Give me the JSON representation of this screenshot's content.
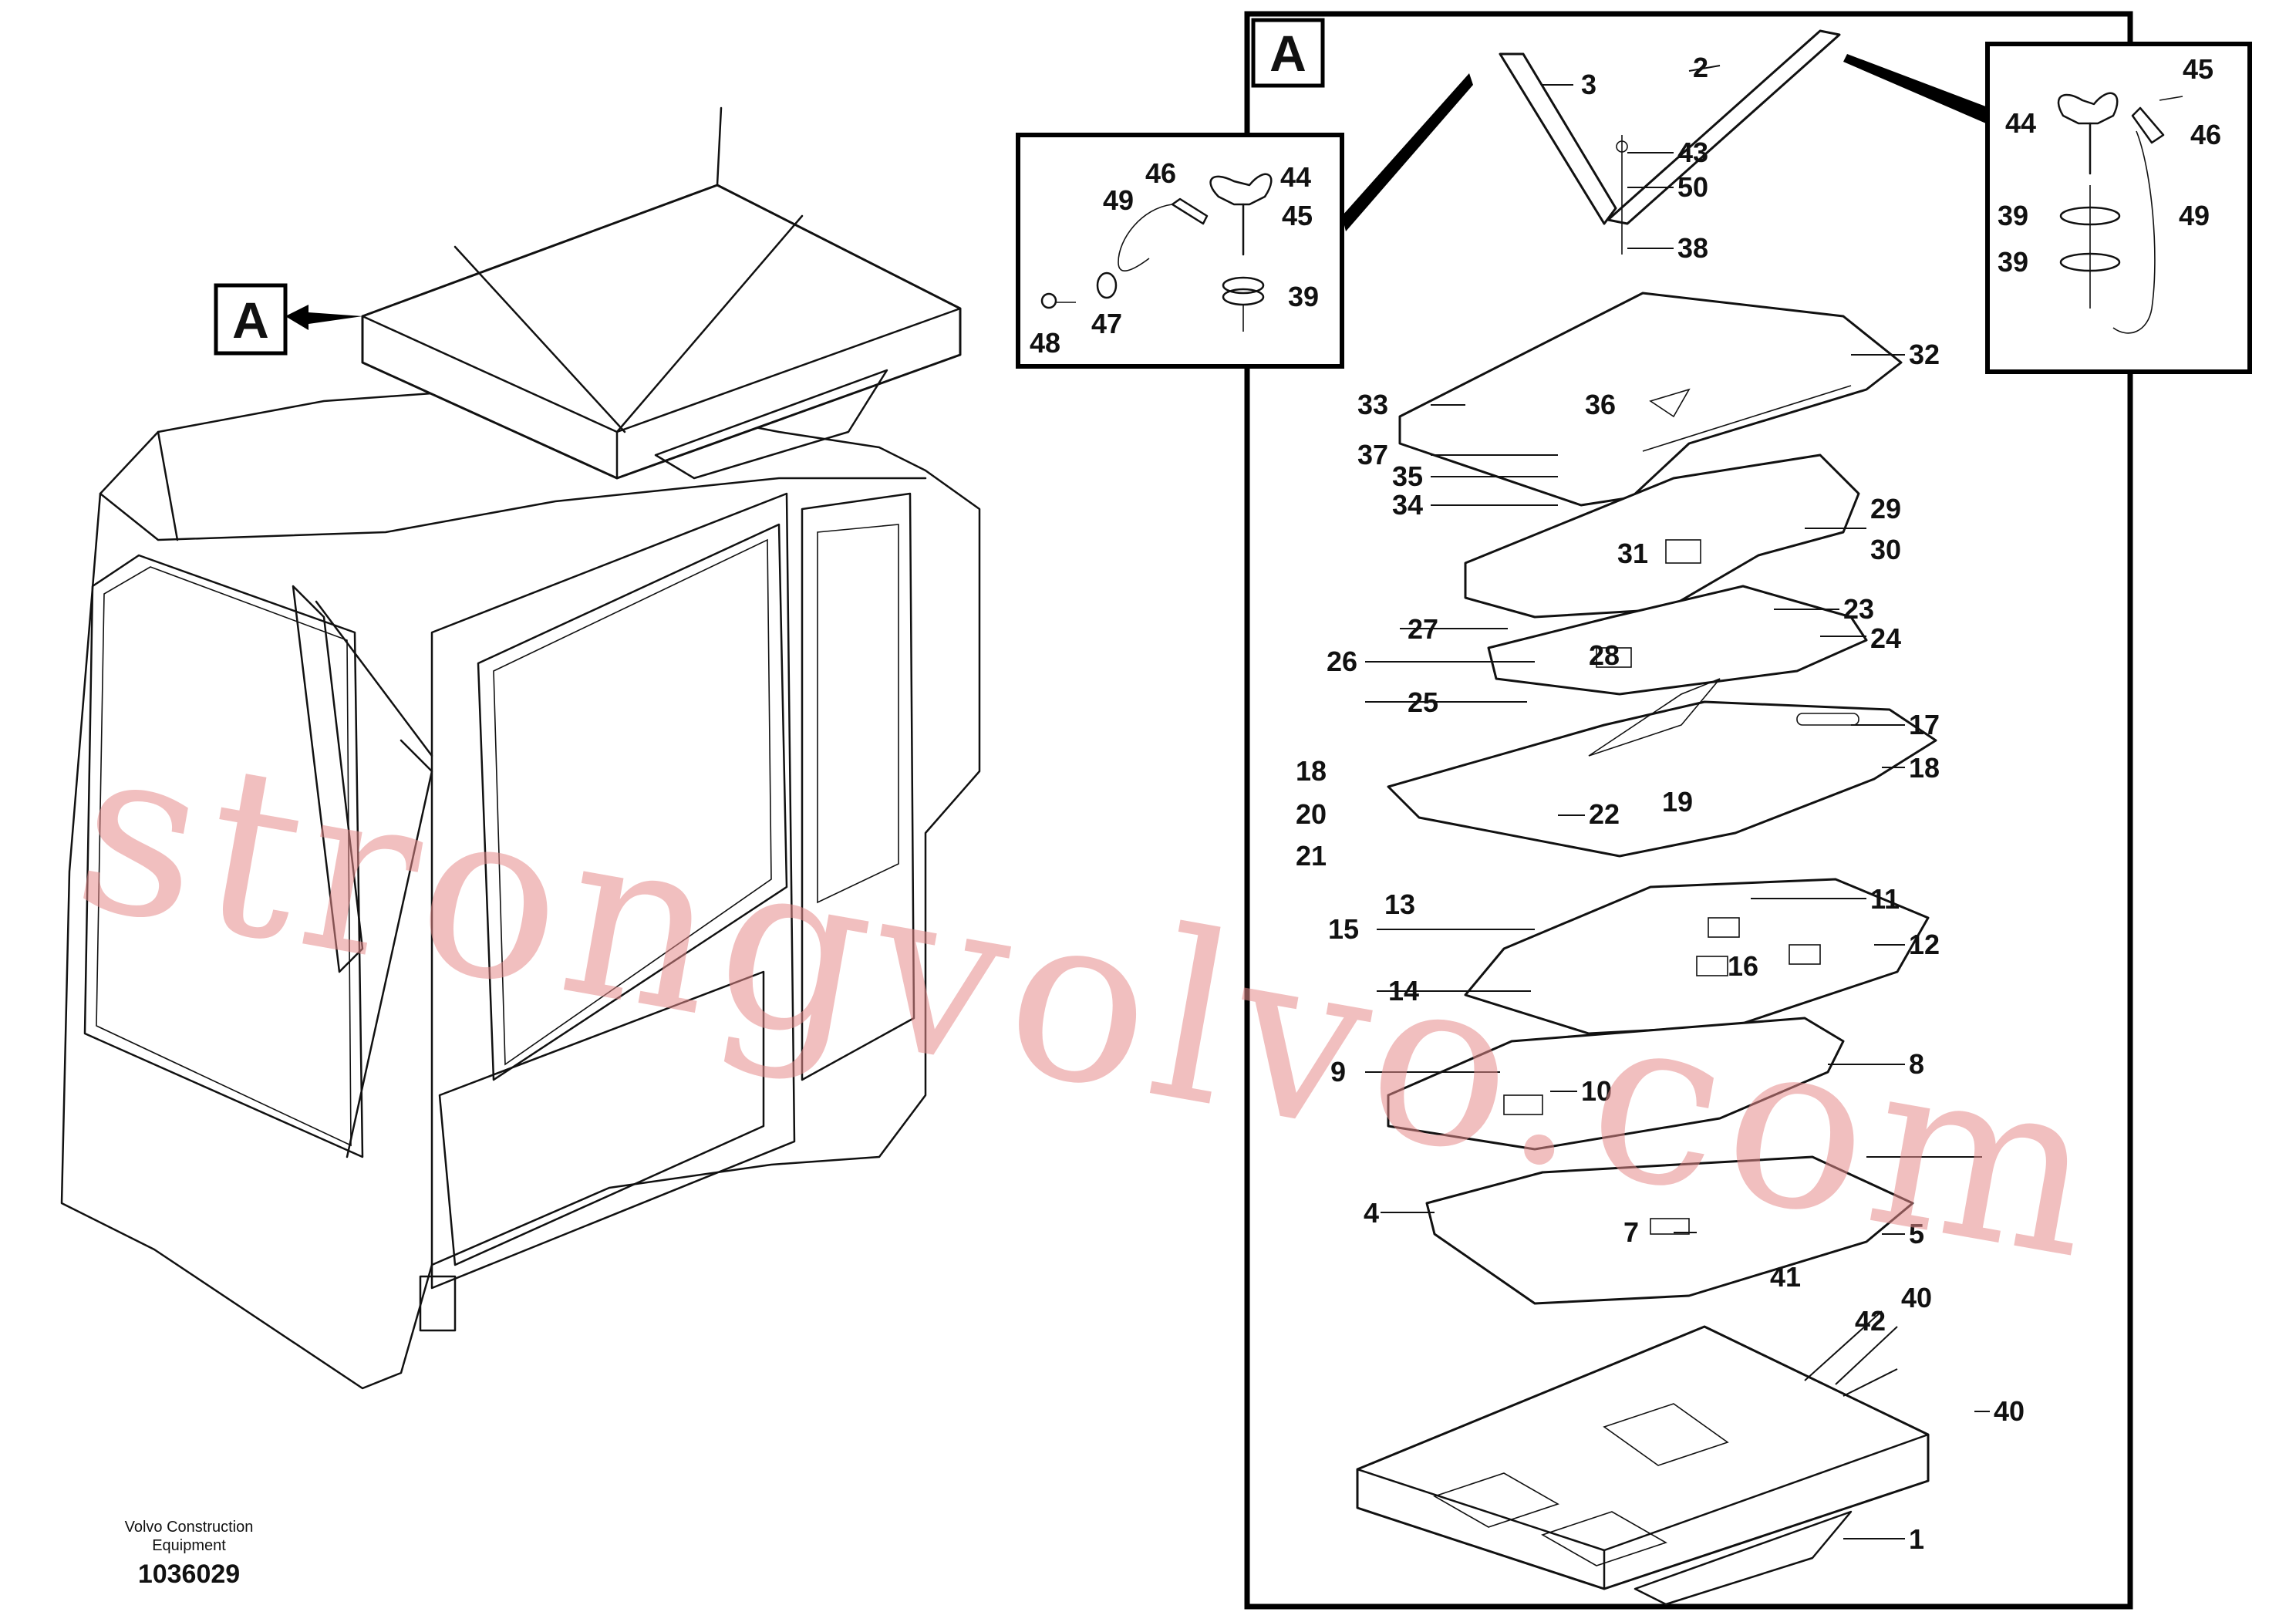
{
  "callout_letter": "A",
  "footer": {
    "company_line1": "Volvo Construction",
    "company_line2": "Equipment",
    "drawing_number": "1036029"
  },
  "watermark": "strongvolvo.com",
  "parts": {
    "p1": "1",
    "p2": "2",
    "p3": "3",
    "p4": "4",
    "p5": "5",
    "p7": "7",
    "p8": "8",
    "p9": "9",
    "p10": "10",
    "p11": "11",
    "p12": "12",
    "p13": "13",
    "p14": "14",
    "p15": "15",
    "p16": "16",
    "p17": "17",
    "p18a": "18",
    "p18b": "18",
    "p19": "19",
    "p20": "20",
    "p21": "21",
    "p22": "22",
    "p23": "23",
    "p24": "24",
    "p25": "25",
    "p26": "26",
    "p27": "27",
    "p28": "28",
    "p29": "29",
    "p30": "30",
    "p31": "31",
    "p32": "32",
    "p33": "33",
    "p34": "34",
    "p35": "35",
    "p36": "36",
    "p37": "37",
    "p38": "38",
    "p40a": "40",
    "p40b": "40",
    "p41": "41",
    "p42": "42",
    "p43": "43",
    "p50": "50"
  },
  "inset_left": {
    "p39": "39",
    "p44": "44",
    "p45": "45",
    "p46": "46",
    "p47": "47",
    "p48": "48",
    "p49": "49"
  },
  "inset_right": {
    "p39a": "39",
    "p39b": "39",
    "p44": "44",
    "p45": "45",
    "p46": "46",
    "p49": "49"
  }
}
